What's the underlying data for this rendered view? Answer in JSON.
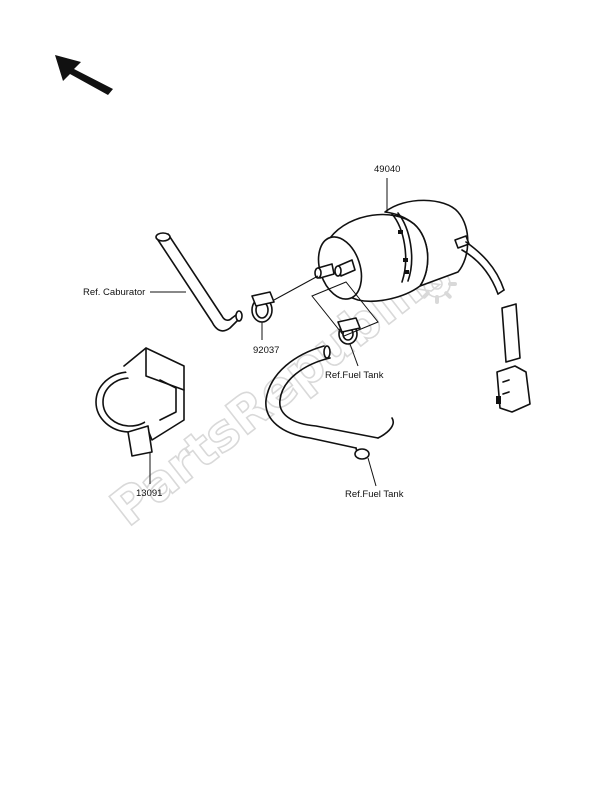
{
  "watermark": {
    "text": "PartsRepublik"
  },
  "callouts": {
    "fuel_pump": "49040",
    "carburetor_ref": "Ref. Caburator",
    "clamp": "92037",
    "fuel_tank_ref_upper": "Ref.Fuel Tank",
    "bracket": "13091",
    "fuel_tank_ref_lower": "Ref.Fuel Tank"
  },
  "icons": {
    "orientation_arrow": "arrow-up-left-icon",
    "watermark_gear": "gear-icon"
  },
  "colors": {
    "ink": "#111111",
    "watermark": "#d9d9d9"
  }
}
